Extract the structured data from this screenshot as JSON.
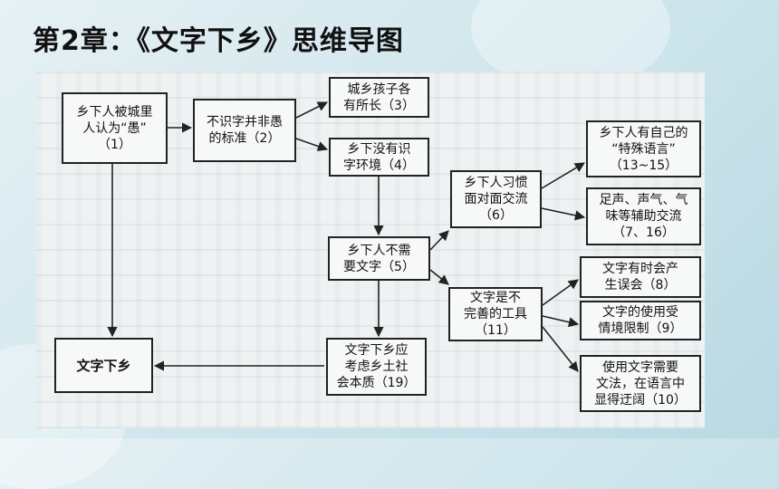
{
  "slide": {
    "title": "第2章：《文字下乡》思维导图"
  },
  "nodes": {
    "n1": "乡下人被城里\n人认为“愚”\n（1）",
    "n2": "不识字并非愚\n的标准（2）",
    "n3": "城乡孩子各\n有所长（3）",
    "n4": "乡下没有识\n字环境（4）",
    "n5": "乡下人不需\n要文字（5）",
    "n6": "乡下人习惯\n面对面交流\n（6）",
    "n7": "足声、声气、气\n味等辅助交流\n（7、16）",
    "n8": "文字有时会产\n生误会（8）",
    "n9": "文字的使用受\n情境限制（9）",
    "n10": "使用文字需要\n文法，在语言中\n显得迂阔（10）",
    "n11": "文字是不\n完善的工具\n（11）",
    "n13": "乡下人有自己的\n“特殊语言”\n（13~15）",
    "n19": "文字下乡应\n考虑乡土社\n会本质（19）",
    "end": "文字下乡"
  },
  "colors": {
    "box_border": "#222222",
    "arrow": "#222222",
    "text": "#111111"
  }
}
